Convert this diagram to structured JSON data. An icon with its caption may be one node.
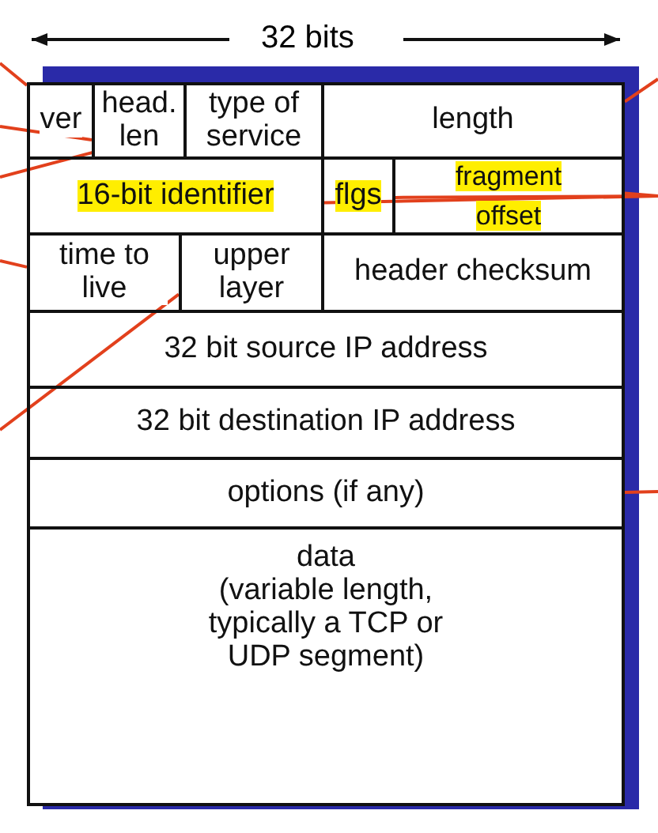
{
  "diagram": {
    "nodes": [
      {
        "text": [
          "ver"
        ]
      },
      {
        "text": [
          "head. len"
        ]
      },
      {
        "text": [
          "type of service"
        ]
      },
      {
        "text": [
          "length"
        ]
      },
      {
        "text": [
          "16-bit identifier"
        ]
      },
      {
        "text": [
          "flgs"
        ]
      },
      {
        "text": [
          "fragment offset"
        ]
      },
      {
        "text": [
          "time to live"
        ]
      },
      {
        "text": [
          "upper layer"
        ]
      },
      {
        "text": [
          "header checksum"
        ]
      },
      {
        "text": [
          "32 bit source IP address"
        ]
      },
      {
        "text": [
          "32 bit destination IP address"
        ]
      },
      {
        "text": [
          "options (if any)"
        ]
      },
      {
        "text": [
          "data",
          "(variable length, typically a TCP or UDP segment)"
        ]
      }
    ],
    "edges": [
      {
        "from": null,
        "to": 0,
        "arrow": "none"
      },
      {
        "from": null,
        "to": 1,
        "arrow": "none"
      },
      {
        "from": null,
        "to": 2,
        "arrow": "none"
      },
      {
        "from": null,
        "to": 3,
        "arrow": "none"
      },
      {
        "from": null,
        "to": 6,
        "arrow": "none"
      },
      {
        "from": null,
        "to": 4,
        "arrow": "none"
      },
      {
        "from": null,
        "to": 5,
        "arrow": "none"
      },
      {
        "from": null,
        "to": 7,
        "arrow": "none"
      },
      {
        "from": null,
        "to": 8,
        "arrow": "none"
      },
      {
        "from": null,
        "to": 12,
        "arrow": "none"
      }
    ],
    "labels": [
      "32 bits"
    ]
  }
}
